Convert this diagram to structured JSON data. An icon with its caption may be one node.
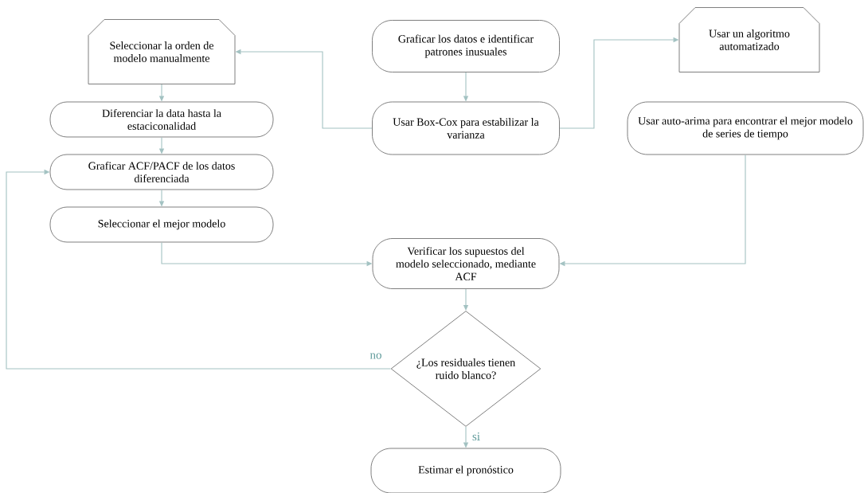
{
  "diagram": {
    "nodes": [
      {
        "text": [
          "Seleccionar la orden de modelo manualmente"
        ]
      },
      {
        "text": [
          "Graficar los datos e identificar patrones inusuales"
        ]
      },
      {
        "text": [
          "Usar un algoritmo automatizado"
        ]
      },
      {
        "text": [
          "Diferenciar la data hasta la estaciconalidad"
        ]
      },
      {
        "text": [
          "Usar Box-Cox para estabilizar la varianza"
        ]
      },
      {
        "text": [
          "Usar auto-arima para encontrar el mejor modelo de series de tiempo"
        ]
      },
      {
        "text": [
          "Graficar ACF/PACF de los datos diferenciada"
        ]
      },
      {
        "text": [
          "Seleccionar el mejor modelo"
        ]
      },
      {
        "text": [
          "Verificar los supuestos del modelo seleccionado, mediante ACF"
        ]
      },
      {
        "text": [
          "¿Los residuales tienen ruido blanco?"
        ]
      },
      {
        "text": [
          "Estimar el pronóstico"
        ]
      }
    ],
    "edges": [
      {
        "from": 1,
        "to": 4,
        "arrow": "to"
      },
      {
        "from": 4,
        "to": 0,
        "arrow": "to"
      },
      {
        "from": 4,
        "to": 2,
        "arrow": "to"
      },
      {
        "from": 0,
        "to": 3,
        "arrow": "to"
      },
      {
        "from": 3,
        "to": 6,
        "arrow": "to"
      },
      {
        "from": 6,
        "to": 7,
        "arrow": "to"
      },
      {
        "from": 7,
        "to": 8,
        "arrow": "to"
      },
      {
        "from": 5,
        "to": 8,
        "arrow": "to"
      },
      {
        "from": 8,
        "to": 9,
        "arrow": "to"
      },
      {
        "from": 9,
        "to": 10,
        "arrow": "to",
        "label": "si"
      },
      {
        "from": 9,
        "to": 6,
        "arrow": "to",
        "label": "no"
      }
    ]
  }
}
